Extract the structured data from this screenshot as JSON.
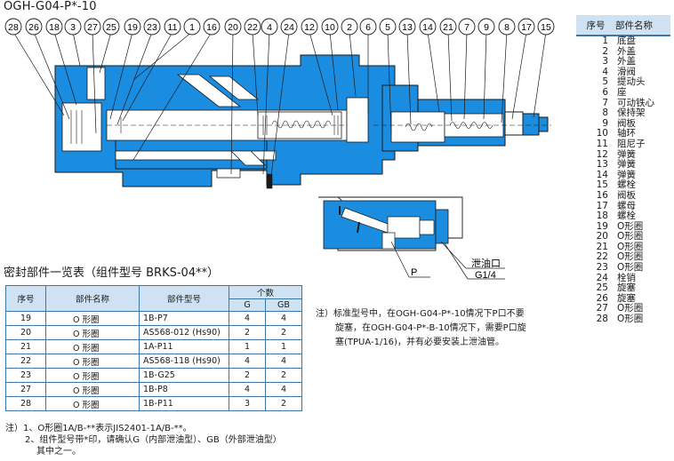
{
  "title": "OGH-G04-P*-10",
  "balloons_top": [
    "28",
    "26",
    "18",
    "3",
    "27",
    "25",
    "19",
    "23",
    "11",
    "1",
    "16",
    "20",
    "22",
    "4",
    "24",
    "12",
    "10",
    "2",
    "6",
    "5",
    "13",
    "14",
    "21",
    "7",
    "9",
    "8",
    "17",
    "15"
  ],
  "detail_labels": {
    "drain": "泄油口",
    "port_p": "P",
    "g14": "G1/4"
  },
  "seal_table": {
    "title": "密封部件一览表（组件型号 BRKS-04**）",
    "headers": {
      "no": "序号",
      "name": "部件名称",
      "model": "部件型号",
      "qty": "个数",
      "g": "G",
      "gb": "GB"
    },
    "rows": [
      {
        "no": "19",
        "name": "O 形圈",
        "model": "1B-P7",
        "g": "4",
        "gb": "4"
      },
      {
        "no": "20",
        "name": "O 形圈",
        "model": "AS568-012 (Hs90)",
        "g": "2",
        "gb": "2"
      },
      {
        "no": "21",
        "name": "O 形圈",
        "model": "1A-P11",
        "g": "1",
        "gb": "1"
      },
      {
        "no": "22",
        "name": "O 形圈",
        "model": "AS568-118 (Hs90)",
        "g": "4",
        "gb": "4"
      },
      {
        "no": "23",
        "name": "O 形圈",
        "model": "1B-G25",
        "g": "2",
        "gb": "2"
      },
      {
        "no": "27",
        "name": "O 形圈",
        "model": "1B-P8",
        "g": "4",
        "gb": "4"
      },
      {
        "no": "28",
        "name": "O 形圈",
        "model": "1B-P11",
        "g": "3",
        "gb": "2"
      }
    ]
  },
  "note_right": [
    "注）标准型号中，在OGH-G04-P*-10情况下P口不要",
    "旋塞，在OGH-G04-P*-B-10情况下，需要P口旋",
    "塞(TPUA-1/16)，并有必要安装上泄油管。"
  ],
  "note_bottom": [
    "注）1、O形圈1A/B-**表示JIS2401-1A/B-**。",
    "2、组件型号带*印，请确认G（内部泄油型）、GB（外部泄油型）",
    "其中之一。"
  ],
  "parts_list": {
    "header_no": "序号",
    "header_name": "部件名称",
    "items": [
      {
        "no": "1",
        "name": "底盘"
      },
      {
        "no": "2",
        "name": "外盖"
      },
      {
        "no": "3",
        "name": "外盖"
      },
      {
        "no": "4",
        "name": "滑阀"
      },
      {
        "no": "5",
        "name": "提动头"
      },
      {
        "no": "6",
        "name": "座"
      },
      {
        "no": "7",
        "name": "可动铁心"
      },
      {
        "no": "8",
        "name": "保持架"
      },
      {
        "no": "9",
        "name": "阀板"
      },
      {
        "no": "10",
        "name": "轴环"
      },
      {
        "no": "11",
        "name": "阻尼子"
      },
      {
        "no": "12",
        "name": "弹簧"
      },
      {
        "no": "13",
        "name": "弹簧"
      },
      {
        "no": "14",
        "name": "弹簧"
      },
      {
        "no": "15",
        "name": "螺栓"
      },
      {
        "no": "16",
        "name": "阀板"
      },
      {
        "no": "17",
        "name": "螺母"
      },
      {
        "no": "18",
        "name": "螺栓"
      },
      {
        "no": "19",
        "name": "O形圈"
      },
      {
        "no": "20",
        "name": "O形圈"
      },
      {
        "no": "21",
        "name": "O形圈"
      },
      {
        "no": "22",
        "name": "O形圈"
      },
      {
        "no": "23",
        "name": "O形圈"
      },
      {
        "no": "24",
        "name": "栓销"
      },
      {
        "no": "25",
        "name": "旋塞"
      },
      {
        "no": "26",
        "name": "旋塞"
      },
      {
        "no": "27",
        "name": "O形圈"
      },
      {
        "no": "28",
        "name": "O形圈"
      }
    ]
  },
  "colors": {
    "body": "#1a8de0",
    "line": "#1a1a1a",
    "header_fill": "#cfe2f3"
  }
}
